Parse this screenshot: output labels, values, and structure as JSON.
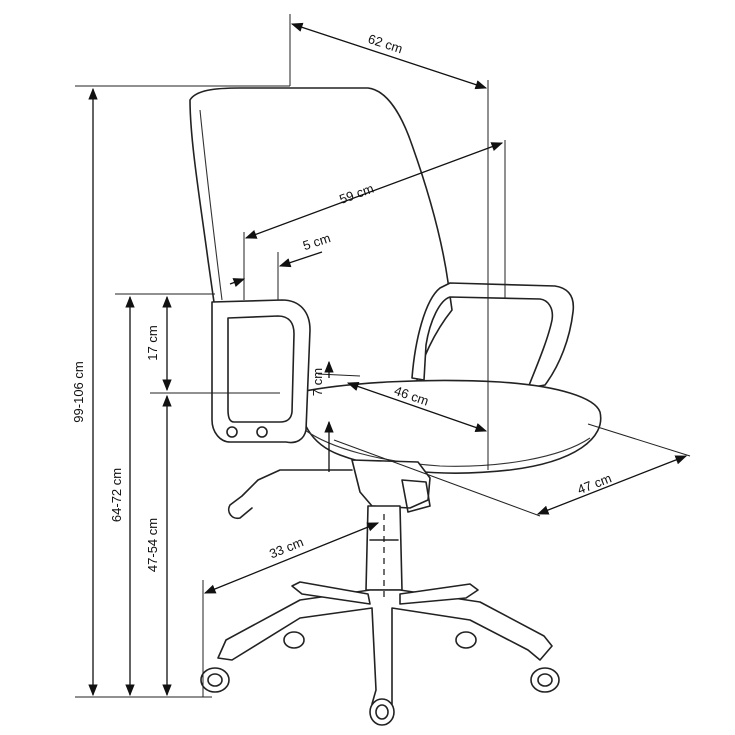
{
  "dimensions": {
    "total_height": "99-106 cm",
    "armrest_height": "64-72 cm",
    "seat_height": "47-54 cm",
    "armrest_above_seat": "17 cm",
    "top_width": "62 cm",
    "backrest_height": "59 cm",
    "armrest_width": "5 cm",
    "seat_thickness": "7 cm",
    "seat_width": "46 cm",
    "seat_depth": "47 cm",
    "base_radius": "33 cm"
  }
}
